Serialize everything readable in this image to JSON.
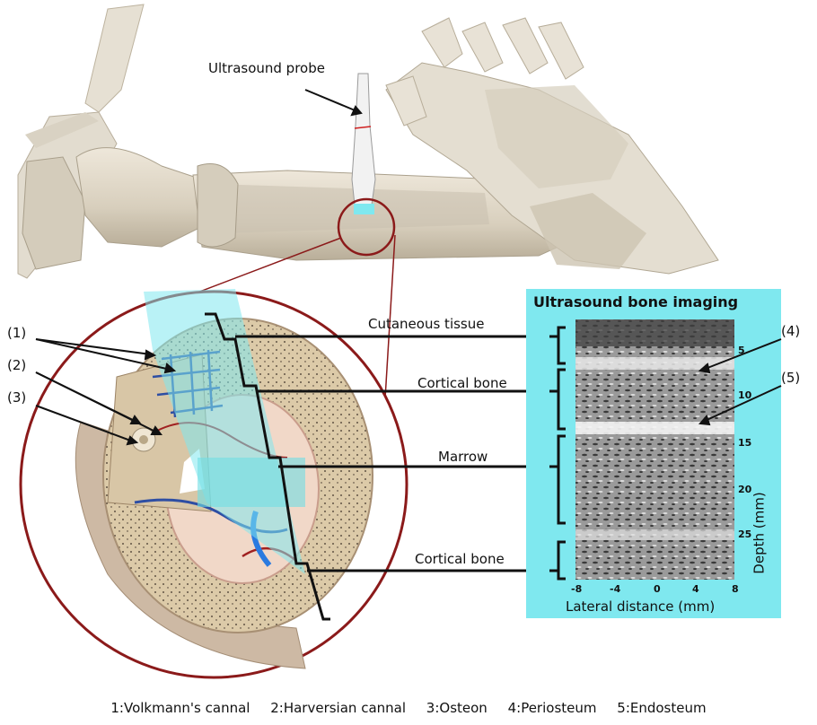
{
  "probe_label": "Ultrasound probe",
  "panel": {
    "title": "Ultrasound bone imaging",
    "x_label": "Lateral distance (mm)",
    "y_label": "Depth (mm)",
    "x_ticks": [
      "-8",
      "-4",
      "0",
      "4",
      "8"
    ],
    "y_ticks": [
      "5",
      "10",
      "15",
      "20",
      "25"
    ]
  },
  "layers": {
    "cutaneous": "Cutaneous tissue",
    "cortical_top": "Cortical bone",
    "marrow": "Marrow",
    "cortical_bottom": "Cortical bone"
  },
  "markers": [
    "(1)",
    "(2)",
    "(3)",
    "(4)",
    "(5)"
  ],
  "legend": [
    "1:Volkmann's cannal",
    "2:Harversian cannal",
    "3:Osteon",
    "4:Periosteum",
    "5:Endosteum"
  ],
  "colors": {
    "cyan": "#7fe8ef",
    "circle": "#8b1a1a",
    "bone": "#ddd3c0",
    "marrow": "#f1d8c8"
  }
}
